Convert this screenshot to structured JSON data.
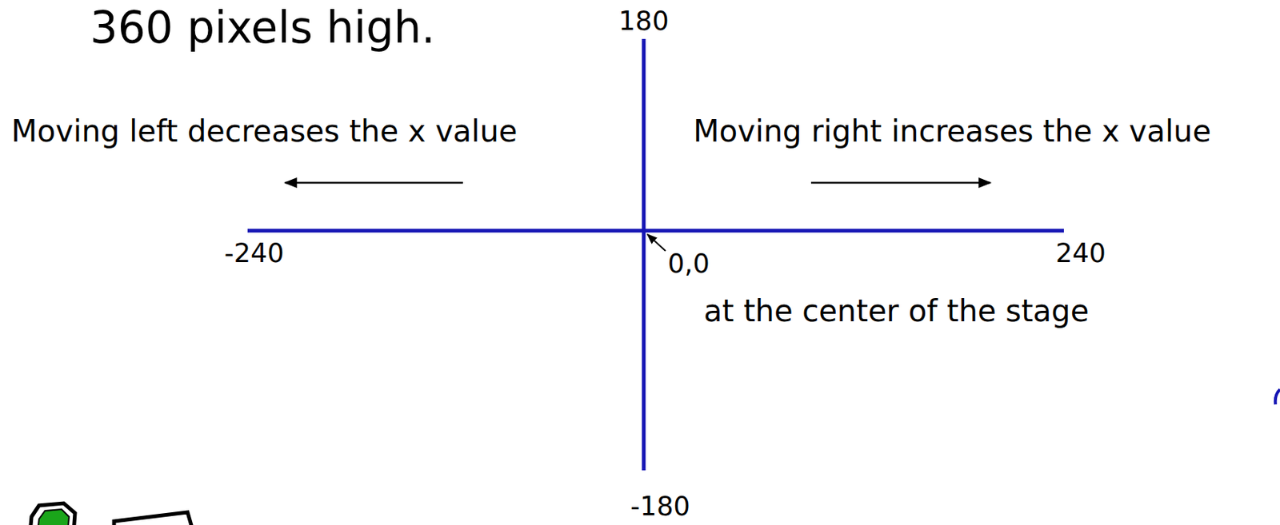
{
  "diagram": {
    "labels": [
      "360 pixels high.",
      "180",
      "Moving left decreases the x value",
      "Moving right increases the x value",
      "-240",
      "0,0",
      "240",
      "at the center of the stage",
      "-180"
    ]
  }
}
